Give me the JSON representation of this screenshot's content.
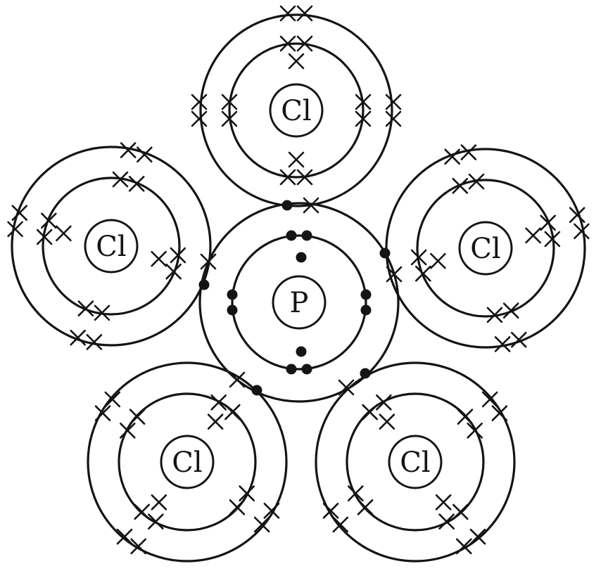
{
  "colors": {
    "ink": "#141414",
    "background": "#ffffff"
  },
  "central_atom": {
    "symbol": "P",
    "shells": [
      {
        "electrons": 2,
        "marker": "dot"
      },
      {
        "electrons": 8,
        "marker": "dot"
      },
      {
        "electrons": 5,
        "marker": "dot"
      }
    ]
  },
  "bonded_atoms": [
    {
      "id": "cl-top",
      "symbol": "Cl",
      "shells": [
        2,
        8,
        7
      ],
      "marker": "cross"
    },
    {
      "id": "cl-left",
      "symbol": "Cl",
      "shells": [
        2,
        8,
        7
      ],
      "marker": "cross"
    },
    {
      "id": "cl-right",
      "symbol": "Cl",
      "shells": [
        2,
        8,
        7
      ],
      "marker": "cross"
    },
    {
      "id": "cl-bottom-left",
      "symbol": "Cl",
      "shells": [
        2,
        8,
        7
      ],
      "marker": "cross"
    },
    {
      "id": "cl-bottom-right",
      "symbol": "Cl",
      "shells": [
        2,
        8,
        7
      ],
      "marker": "cross"
    }
  ],
  "shared_pairs": 5
}
